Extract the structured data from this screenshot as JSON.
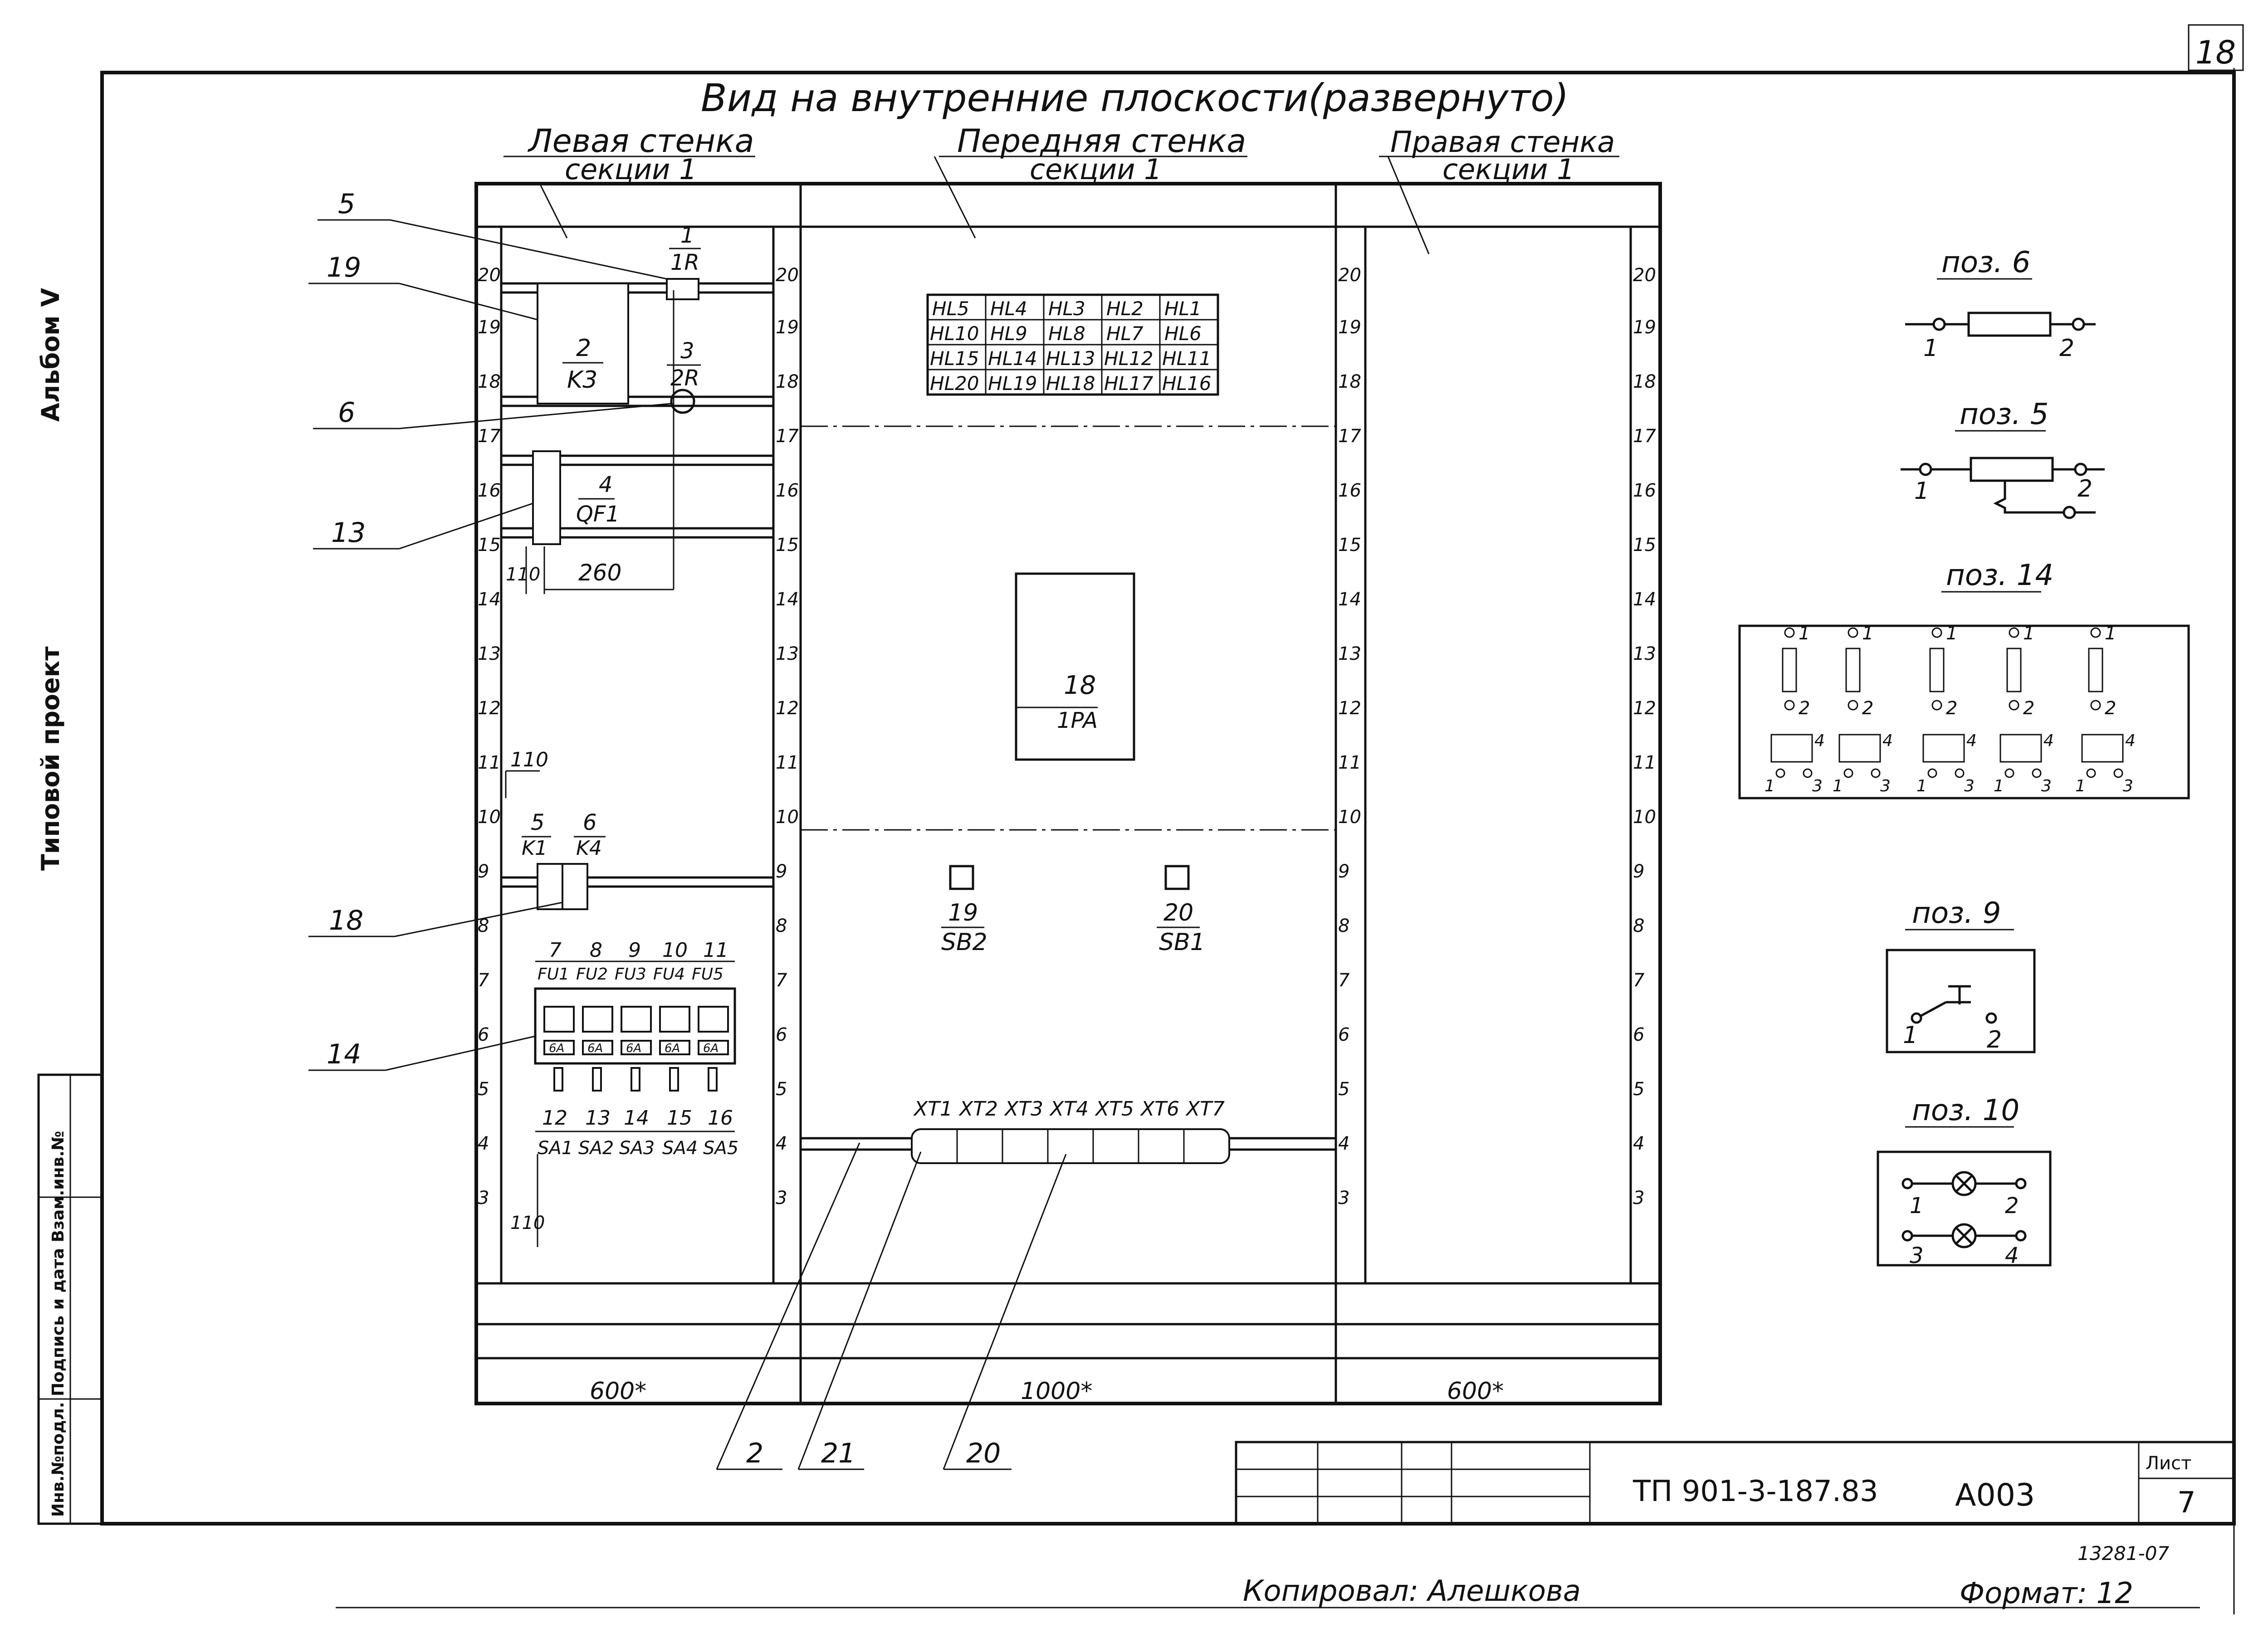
{
  "title": "Вид на внутренние плоскости(развернуто)",
  "sheet_corner": "18",
  "walls": {
    "left": {
      "line1": "Левая стенка",
      "line2": "секции 1"
    },
    "front": {
      "line1": "Передняя стенка",
      "line2": "секции 1"
    },
    "right": {
      "line1": "Правая стенка",
      "line2": "секции 1"
    }
  },
  "scale_left": [
    "20",
    "19",
    "18",
    "17",
    "16",
    "15",
    "14",
    "13",
    "12",
    "11",
    "10",
    "9",
    "8",
    "7",
    "6",
    "5",
    "4",
    "3"
  ],
  "scale_mid_front": [
    "20",
    "19",
    "18",
    "17",
    "16",
    "15",
    "14",
    "13",
    "12",
    "11",
    "10",
    "9",
    "8",
    "7",
    "6",
    "5",
    "4",
    "3"
  ],
  "scale_front_right": [
    "20",
    "19",
    "18",
    "17",
    "16",
    "15",
    "14",
    "13",
    "12",
    "11",
    "10",
    "9",
    "8",
    "7",
    "6",
    "5",
    "4",
    "3"
  ],
  "scale_right": [
    "20",
    "19",
    "18",
    "17",
    "16",
    "15",
    "14",
    "13",
    "12",
    "11",
    "10",
    "9",
    "8",
    "7",
    "6",
    "5",
    "4",
    "3"
  ],
  "callouts": [
    "5",
    "19",
    "6",
    "13",
    "18",
    "14"
  ],
  "left_wall": {
    "comp1": {
      "num": "1",
      "code": "1R"
    },
    "comp2": {
      "num": "2",
      "code": "K3"
    },
    "comp3": {
      "num": "3",
      "code": "2R"
    },
    "comp4": {
      "num": "4",
      "code": "QF1"
    },
    "dim_110a": "110",
    "dim_260": "260",
    "dim_110b": "110",
    "relay5": {
      "num": "5",
      "code": "K1"
    },
    "relay6": {
      "num": "6",
      "code": "K4"
    },
    "fuses": [
      {
        "num": "7",
        "code": "FU1",
        "label": "6A"
      },
      {
        "num": "8",
        "code": "FU2",
        "label": "6A"
      },
      {
        "num": "9",
        "code": "FU3",
        "label": "6A"
      },
      {
        "num": "10",
        "code": "FU4",
        "label": "6A"
      },
      {
        "num": "11",
        "code": "FU5",
        "label": "6A"
      }
    ],
    "switches": [
      {
        "num": "12",
        "code": "SA1"
      },
      {
        "num": "13",
        "code": "SA2"
      },
      {
        "num": "14",
        "code": "SA3"
      },
      {
        "num": "15",
        "code": "SA4"
      },
      {
        "num": "16",
        "code": "SA5"
      }
    ],
    "dim_110c": "110"
  },
  "lamp_grid": [
    [
      "HL5",
      "HL4",
      "HL3",
      "HL2",
      "HL1"
    ],
    [
      "HL10",
      "HL9",
      "HL8",
      "HL7",
      "HL6"
    ],
    [
      "HL15",
      "HL14",
      "HL13",
      "HL12",
      "HL11"
    ],
    [
      "HL20",
      "HL19",
      "HL18",
      "HL17",
      "HL16"
    ]
  ],
  "front_wall": {
    "device": {
      "num": "18",
      "code": "1PA"
    },
    "button1": {
      "num": "19",
      "code": "SB2"
    },
    "button2": {
      "num": "20",
      "code": "SB1"
    },
    "terminals": [
      "XT1",
      "XT2",
      "XT3",
      "XT4",
      "XT5",
      "XT6",
      "XT7"
    ]
  },
  "bottom_dims": {
    "left": "600*",
    "front": "1000*",
    "right": "600*"
  },
  "bottom_callouts": [
    "2",
    "21",
    "20"
  ],
  "pos_labels": {
    "p6": "поз. 6",
    "p5": "поз. 5",
    "p14": "поз. 14",
    "p9": "поз. 9",
    "p10": "поз. 10"
  },
  "pin_labels": {
    "one": "1",
    "two": "2",
    "three": "3",
    "four": "4"
  },
  "side_labels": {
    "album": "Альбом V",
    "project": "Типовой проект",
    "stamp_row": "Инв.№подл. Подпись и дата Взам.инв.№"
  },
  "title_block": {
    "code": "ТП 901-3-187.83",
    "sheet": "А003",
    "list_label": "Лист",
    "list_no": "7",
    "inv": "13281-07"
  },
  "copied": "Копировал: Алешкова",
  "format": "Формат: 12"
}
